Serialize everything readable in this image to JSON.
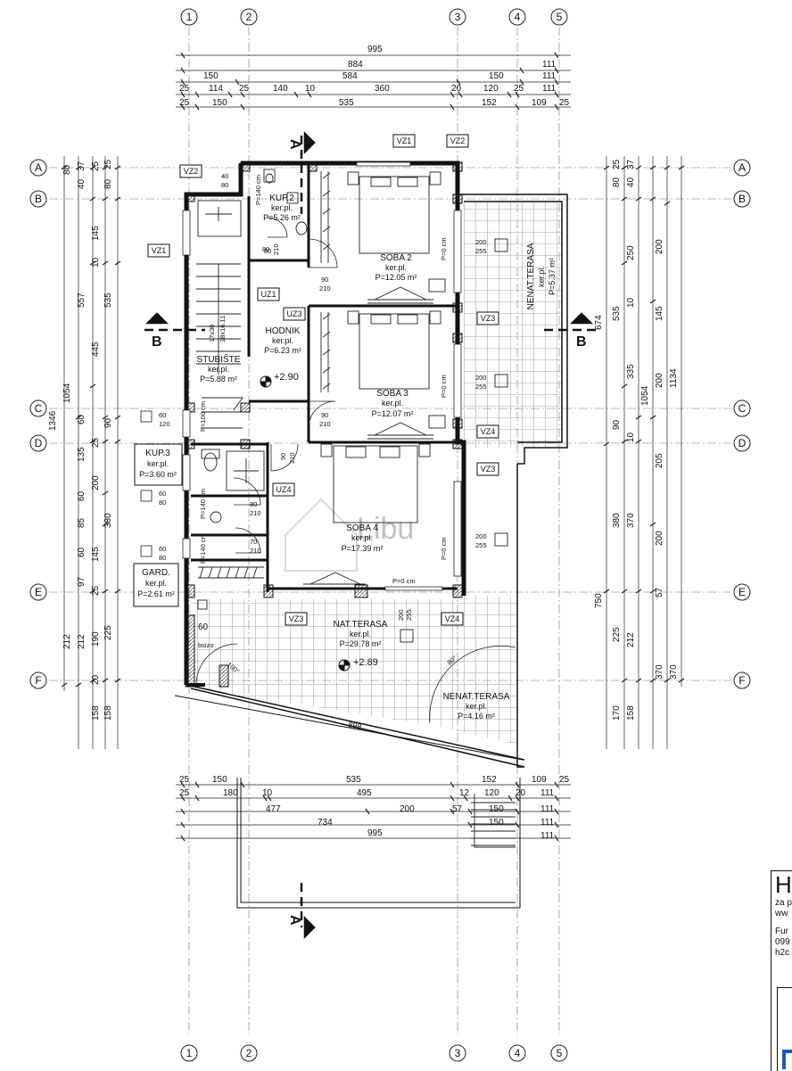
{
  "axes": {
    "vertical": [
      "1",
      "2",
      "3",
      "4",
      "5"
    ],
    "horizontal": [
      "A",
      "B",
      "C",
      "D",
      "E",
      "F"
    ]
  },
  "dims_top": {
    "row1": [
      "995"
    ],
    "row2": [
      "884",
      "111"
    ],
    "row3": [
      "150",
      "584",
      "150",
      "111"
    ],
    "row4": [
      "25",
      "114",
      "25",
      "140",
      "10",
      "360",
      "20",
      "120",
      "25",
      "111"
    ],
    "row5": [
      "25",
      "150",
      "535",
      "152",
      "109",
      "25"
    ]
  },
  "dims_bottom": {
    "row1": [
      "25",
      "150",
      "535",
      "152",
      "109",
      "25"
    ],
    "row2": [
      "25",
      "180",
      "10",
      "495",
      "12",
      "120",
      "20",
      "111"
    ],
    "row3": [
      "477",
      "200",
      "57",
      "150",
      "111"
    ],
    "row4": [
      "734",
      "150",
      "111"
    ],
    "row5": [
      "995",
      "111"
    ]
  },
  "dims_left": [
    "80",
    "37",
    "40",
    "25",
    "25",
    "80",
    "145",
    "10",
    "557",
    "535",
    "445",
    "1054",
    "1346",
    "60",
    "90",
    "135",
    "25",
    "60",
    "200",
    "85",
    "380",
    "60",
    "145",
    "97",
    "25",
    "212",
    "190",
    "225",
    "20",
    "158"
  ],
  "dims_right": [
    "25",
    "80",
    "37",
    "40",
    "250",
    "200",
    "674",
    "535",
    "145",
    "10",
    "335",
    "200",
    "1134",
    "1054",
    "90",
    "10",
    "205",
    "380",
    "370",
    "200",
    "750",
    "57",
    "225",
    "212",
    "370",
    "170",
    "158"
  ],
  "rooms": [
    {
      "name": "KUP.2",
      "floor": "ker.pl.",
      "area": "P=5.26 m²"
    },
    {
      "name": "SOBA 2",
      "floor": "ker.pl.",
      "area": "P=12.05 m²"
    },
    {
      "name": "HODNIK",
      "floor": "ker.pl.",
      "area": "P=6.23 m²"
    },
    {
      "name": "SOBA 3",
      "floor": "ker.pl.",
      "area": "P=12.07 m²"
    },
    {
      "name": "STUBIŠTE",
      "floor": "ker.pl.",
      "area": "P=5.88 m²"
    },
    {
      "name": "KUP.3",
      "floor": "ker.pl.",
      "area": "P=3.60 m²"
    },
    {
      "name": "SOBA 4",
      "floor": "ker.pl.",
      "area": "P=17.39 m²"
    },
    {
      "name": "GARD.",
      "floor": "ker.pl.",
      "area": "P=2.61 m²"
    },
    {
      "name": "NAT.TERASA",
      "floor": "ker.pl.",
      "area": "P=29.78 m²"
    },
    {
      "name": "NENAT.TERASA",
      "floor": "ker.pl.",
      "area": "P=4.16 m²"
    },
    {
      "name": "NENAT.TERASA",
      "floor": "ker.pl.",
      "area": "P=5.37 m²"
    }
  ],
  "tags": [
    "VZ1",
    "VZ2",
    "VZ2",
    "VZ1",
    "UZ1",
    "UZ3",
    "VZ3",
    "VZ4",
    "VZ3",
    "UZ4",
    "VZ3",
    "VZ4"
  ],
  "levels": [
    "+2.90",
    "+2.89"
  ],
  "section_labels": [
    "A",
    "A",
    "B",
    "B"
  ],
  "annotations": {
    "door_90_210": "90",
    "door_90_210_b": "210",
    "window_200_255": "200",
    "window_200_255_b": "255",
    "window_60_120": "60",
    "window_60_120_b": "120",
    "window_60_80": "60",
    "window_60_80_b": "80",
    "window_40_80": "40",
    "window_40_80_b": "80",
    "door_80_210": "80",
    "door_80_210_b": "210",
    "door_70_210": "70",
    "door_70_210_b": "210",
    "p0": "P=0 cm",
    "p140": "P=140 cm",
    "p100": "P=100 cm",
    "stair_a": "17x30",
    "stair_b": "18x16.11",
    "diag_898": "898",
    "slope_a": "100°",
    "slope_b": "80°",
    "bsizo": "bsizo",
    "w60": "60"
  },
  "title_block": {
    "big": "H",
    "line1": "za p",
    "line2": "ww",
    "line3": "Fur",
    "line4": "099",
    "line5": "h2c"
  },
  "watermark": "Libu"
}
